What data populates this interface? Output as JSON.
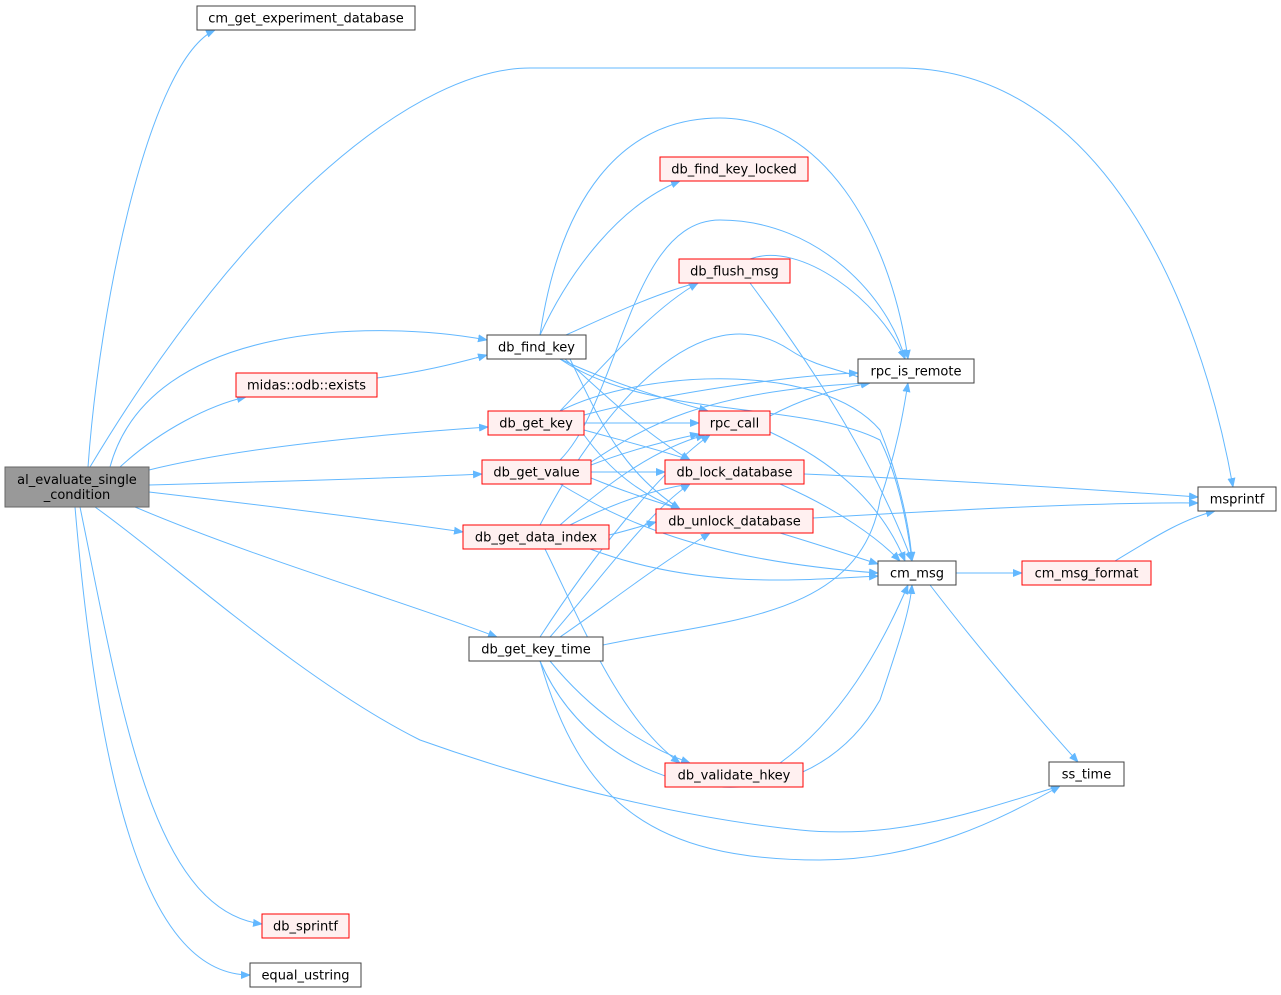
{
  "colors": {
    "edge": "#63b8ff",
    "normal_fill": "#ffffff",
    "normal_border": "#404040",
    "highlight_fill": "#fff0f0",
    "highlight_border": "#ff0000",
    "root_fill": "#999999",
    "root_border": "#666666"
  },
  "nodes": [
    {
      "id": "root",
      "label": [
        "al_evaluate_single",
        "_condition"
      ],
      "style": "root"
    },
    {
      "id": "cm_get_experiment_database",
      "label": [
        "cm_get_experiment_database"
      ],
      "style": "normal"
    },
    {
      "id": "midas_odb_exists",
      "label": [
        "midas::odb::exists"
      ],
      "style": "highlight"
    },
    {
      "id": "db_find_key",
      "label": [
        "db_find_key"
      ],
      "style": "normal"
    },
    {
      "id": "db_find_key_locked",
      "label": [
        "db_find_key_locked"
      ],
      "style": "highlight"
    },
    {
      "id": "db_flush_msg",
      "label": [
        "db_flush_msg"
      ],
      "style": "highlight"
    },
    {
      "id": "db_get_key",
      "label": [
        "db_get_key"
      ],
      "style": "highlight"
    },
    {
      "id": "db_get_value",
      "label": [
        "db_get_value"
      ],
      "style": "highlight"
    },
    {
      "id": "db_get_data_index",
      "label": [
        "db_get_data_index"
      ],
      "style": "highlight"
    },
    {
      "id": "db_get_key_time",
      "label": [
        "db_get_key_time"
      ],
      "style": "normal"
    },
    {
      "id": "rpc_call",
      "label": [
        "rpc_call"
      ],
      "style": "highlight"
    },
    {
      "id": "db_lock_database",
      "label": [
        "db_lock_database"
      ],
      "style": "highlight"
    },
    {
      "id": "db_unlock_database",
      "label": [
        "db_unlock_database"
      ],
      "style": "highlight"
    },
    {
      "id": "db_validate_hkey",
      "label": [
        "db_validate_hkey"
      ],
      "style": "highlight"
    },
    {
      "id": "rpc_is_remote",
      "label": [
        "rpc_is_remote"
      ],
      "style": "normal"
    },
    {
      "id": "cm_msg",
      "label": [
        "cm_msg"
      ],
      "style": "normal"
    },
    {
      "id": "cm_msg_format",
      "label": [
        "cm_msg_format"
      ],
      "style": "highlight"
    },
    {
      "id": "ss_time",
      "label": [
        "ss_time"
      ],
      "style": "normal"
    },
    {
      "id": "msprintf",
      "label": [
        "msprintf"
      ],
      "style": "normal"
    },
    {
      "id": "db_sprintf",
      "label": [
        "db_sprintf"
      ],
      "style": "highlight"
    },
    {
      "id": "equal_ustring",
      "label": [
        "equal_ustring"
      ],
      "style": "normal"
    }
  ],
  "edges": [
    {
      "from": "root",
      "to": "cm_get_experiment_database"
    },
    {
      "from": "root",
      "to": "msprintf"
    },
    {
      "from": "root",
      "to": "db_find_key"
    },
    {
      "from": "root",
      "to": "midas_odb_exists"
    },
    {
      "from": "root",
      "to": "db_get_key"
    },
    {
      "from": "root",
      "to": "db_get_value"
    },
    {
      "from": "root",
      "to": "db_get_data_index"
    },
    {
      "from": "root",
      "to": "db_get_key_time"
    },
    {
      "from": "root",
      "to": "ss_time"
    },
    {
      "from": "root",
      "to": "db_sprintf"
    },
    {
      "from": "root",
      "to": "equal_ustring"
    },
    {
      "from": "midas_odb_exists",
      "to": "db_find_key"
    },
    {
      "from": "db_find_key",
      "to": "db_find_key_locked"
    },
    {
      "from": "db_find_key",
      "to": "db_flush_msg"
    },
    {
      "from": "db_find_key",
      "to": "rpc_is_remote"
    },
    {
      "from": "db_find_key",
      "to": "rpc_call"
    },
    {
      "from": "db_find_key",
      "to": "db_lock_database"
    },
    {
      "from": "db_find_key",
      "to": "db_unlock_database"
    },
    {
      "from": "db_find_key",
      "to": "cm_msg"
    },
    {
      "from": "db_get_key",
      "to": "db_flush_msg"
    },
    {
      "from": "db_get_key",
      "to": "rpc_is_remote"
    },
    {
      "from": "db_get_key",
      "to": "rpc_call"
    },
    {
      "from": "db_get_key",
      "to": "db_lock_database"
    },
    {
      "from": "db_get_key",
      "to": "db_unlock_database"
    },
    {
      "from": "db_get_key",
      "to": "cm_msg"
    },
    {
      "from": "db_get_value",
      "to": "db_flush_msg"
    },
    {
      "from": "db_get_value",
      "to": "rpc_is_remote"
    },
    {
      "from": "db_get_value",
      "to": "rpc_call"
    },
    {
      "from": "db_get_value",
      "to": "db_lock_database"
    },
    {
      "from": "db_get_value",
      "to": "db_unlock_database"
    },
    {
      "from": "db_get_value",
      "to": "cm_msg"
    },
    {
      "from": "db_get_data_index",
      "to": "rpc_call"
    },
    {
      "from": "db_get_data_index",
      "to": "db_lock_database"
    },
    {
      "from": "db_get_data_index",
      "to": "db_unlock_database"
    },
    {
      "from": "db_get_data_index",
      "to": "rpc_is_remote"
    },
    {
      "from": "db_get_data_index",
      "to": "cm_msg"
    },
    {
      "from": "db_get_data_index",
      "to": "db_validate_hkey"
    },
    {
      "from": "db_get_key_time",
      "to": "rpc_call"
    },
    {
      "from": "db_get_key_time",
      "to": "db_lock_database"
    },
    {
      "from": "db_get_key_time",
      "to": "db_unlock_database"
    },
    {
      "from": "db_get_key_time",
      "to": "rpc_is_remote"
    },
    {
      "from": "db_get_key_time",
      "to": "cm_msg"
    },
    {
      "from": "db_get_key_time",
      "to": "db_validate_hkey"
    },
    {
      "from": "db_get_key_time",
      "to": "ss_time"
    },
    {
      "from": "db_flush_msg",
      "to": "cm_msg"
    },
    {
      "from": "db_flush_msg",
      "to": "rpc_is_remote"
    },
    {
      "from": "rpc_call",
      "to": "rpc_is_remote"
    },
    {
      "from": "rpc_call",
      "to": "cm_msg"
    },
    {
      "from": "db_lock_database",
      "to": "msprintf"
    },
    {
      "from": "db_lock_database",
      "to": "cm_msg"
    },
    {
      "from": "db_unlock_database",
      "to": "msprintf"
    },
    {
      "from": "db_unlock_database",
      "to": "cm_msg"
    },
    {
      "from": "db_validate_hkey",
      "to": "cm_msg"
    },
    {
      "from": "cm_msg",
      "to": "cm_msg_format"
    },
    {
      "from": "cm_msg",
      "to": "ss_time"
    },
    {
      "from": "cm_msg_format",
      "to": "msprintf"
    }
  ]
}
